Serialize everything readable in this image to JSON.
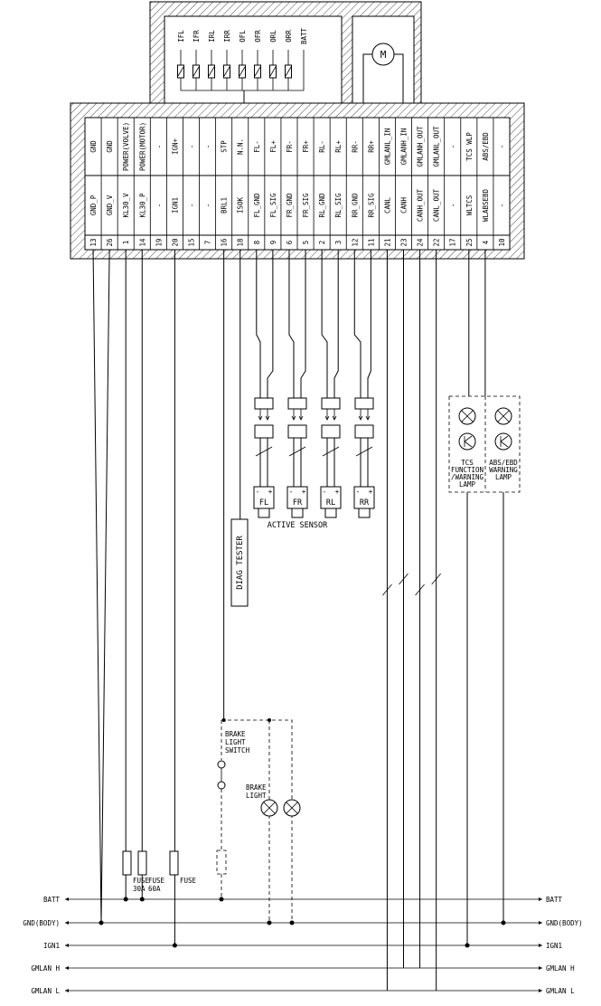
{
  "connector": {
    "pins": [
      {
        "pin": "13",
        "code": "GND_P",
        "func": "GND"
      },
      {
        "pin": "26",
        "code": "GND_V",
        "func": "GND"
      },
      {
        "pin": "1",
        "code": "KL30_V",
        "func": "POWER(VOLVE)"
      },
      {
        "pin": "14",
        "code": "KL30_P",
        "func": "POWER(MOTOR)"
      },
      {
        "pin": "19",
        "code": "-",
        "func": "-"
      },
      {
        "pin": "20",
        "code": "IGN1",
        "func": "IGN+"
      },
      {
        "pin": "15",
        "code": "-",
        "func": "-"
      },
      {
        "pin": "7",
        "code": "-",
        "func": "-"
      },
      {
        "pin": "16",
        "code": "BRL1",
        "func": "STP"
      },
      {
        "pin": "18",
        "code": "ISOK",
        "func": "N.N."
      },
      {
        "pin": "8",
        "code": "FL_GND",
        "func": "FL-"
      },
      {
        "pin": "9",
        "code": "FL_SIG",
        "func": "FL+"
      },
      {
        "pin": "6",
        "code": "FR_GND",
        "func": "FR-"
      },
      {
        "pin": "5",
        "code": "FR_SIG",
        "func": "FR+"
      },
      {
        "pin": "2",
        "code": "RL_GND",
        "func": "RL-"
      },
      {
        "pin": "3",
        "code": "RL_SIG",
        "func": "RL+"
      },
      {
        "pin": "12",
        "code": "RR_GND",
        "func": "RR-"
      },
      {
        "pin": "11",
        "code": "RR_SIG",
        "func": "RR+"
      },
      {
        "pin": "21",
        "code": "CANL",
        "func": "GMLANL_IN"
      },
      {
        "pin": "23",
        "code": "CANH",
        "func": "GMLANH_IN"
      },
      {
        "pin": "24",
        "code": "CANH_OUT",
        "func": "GMLANH_OUT"
      },
      {
        "pin": "22",
        "code": "CANL_OUT",
        "func": "GMLANL_OUT"
      },
      {
        "pin": "17",
        "code": "-",
        "func": "-"
      },
      {
        "pin": "25",
        "code": "WLTCS",
        "func": "TCS WLP"
      },
      {
        "pin": "4",
        "code": "WLABSEBD",
        "func": "ABS/EBD"
      },
      {
        "pin": "10",
        "code": "-",
        "func": "-"
      }
    ]
  },
  "valve_labels": [
    "IFL",
    "IFR",
    "IRL",
    "IRR",
    "OFL",
    "OFR",
    "ORL",
    "ORR",
    "BATT"
  ],
  "motor_label": "M",
  "sensors": {
    "labels": [
      "FL",
      "FR",
      "RL",
      "RR"
    ],
    "polarity_minus": "-",
    "polarity_plus": "+",
    "caption": "ACTIVE SENSOR"
  },
  "diag_tester": "DIAG TESTER",
  "lamps": {
    "tcs": [
      "TCS",
      "FUNCTION",
      "/WARNING",
      "LAMP"
    ],
    "abs": [
      "ABS/EBD",
      "WARNING",
      "LAMP"
    ]
  },
  "brake_switch": [
    "BRAKE",
    "LIGHT",
    "SWITCH"
  ],
  "brake_light": [
    "BRAKE",
    "LIGHT"
  ],
  "fuses": [
    {
      "label": "FUSE",
      "rating": "30A"
    },
    {
      "label": "FUSE",
      "rating": "60A"
    },
    {
      "label": "FUSE",
      "rating": ""
    }
  ],
  "buses": [
    "BATT",
    "GND(BODY)",
    "IGN1",
    "GMLAN H",
    "GMLAN L"
  ]
}
